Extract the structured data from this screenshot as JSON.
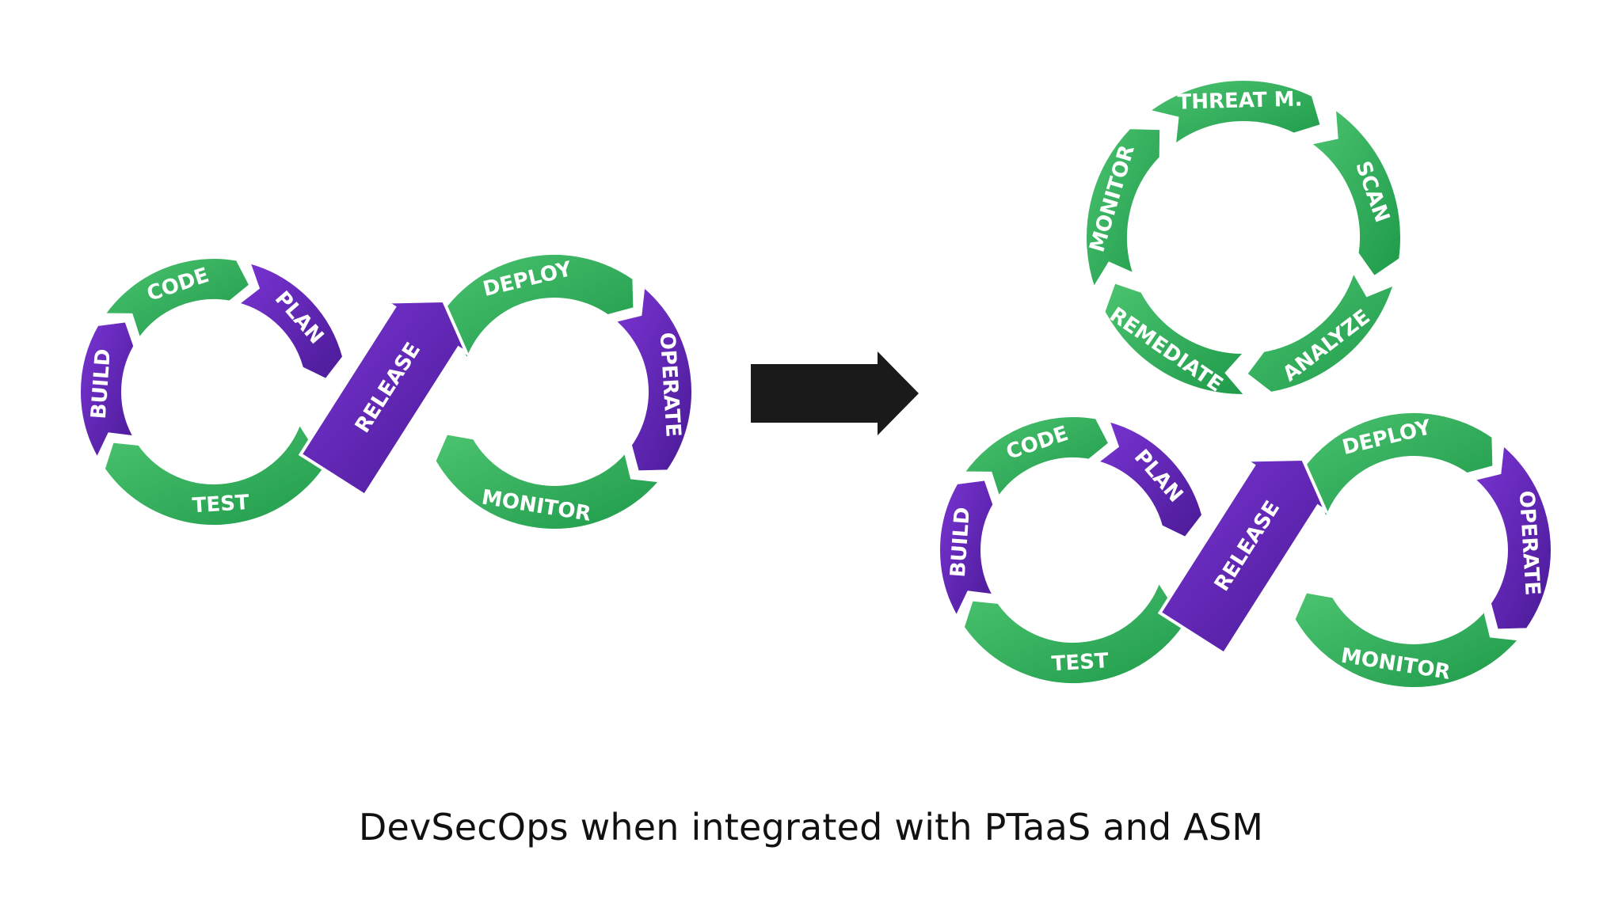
{
  "caption": "DevSecOps when integrated with PTaaS and ASM",
  "colors": {
    "green_light": "#4CC470",
    "green_dark": "#1E9A4A",
    "purple_light": "#7A35D4",
    "purple_dark": "#4A1A96",
    "arrow": "#1a1a1a"
  },
  "left_infinity": {
    "stages": [
      {
        "key": "code",
        "label": "CODE",
        "color": "green"
      },
      {
        "key": "plan",
        "label": "PLAN",
        "color": "purple"
      },
      {
        "key": "release",
        "label": "RELEASE",
        "color": "purple"
      },
      {
        "key": "deploy",
        "label": "DEPLOY",
        "color": "green"
      },
      {
        "key": "operate",
        "label": "OPERATE",
        "color": "purple"
      },
      {
        "key": "monitor",
        "label": "MONITOR",
        "color": "green"
      },
      {
        "key": "test",
        "label": "TEST",
        "color": "green"
      },
      {
        "key": "build",
        "label": "BUILD",
        "color": "purple"
      }
    ]
  },
  "right_infinity": {
    "stages": [
      {
        "key": "code",
        "label": "CODE",
        "color": "green"
      },
      {
        "key": "plan",
        "label": "PLAN",
        "color": "purple"
      },
      {
        "key": "release",
        "label": "RELEASE",
        "color": "purple"
      },
      {
        "key": "deploy",
        "label": "DEPLOY",
        "color": "green"
      },
      {
        "key": "operate",
        "label": "OPERATE",
        "color": "purple"
      },
      {
        "key": "monitor",
        "label": "MONITOR",
        "color": "green"
      },
      {
        "key": "test",
        "label": "TEST",
        "color": "green"
      },
      {
        "key": "build",
        "label": "BUILD",
        "color": "purple"
      }
    ]
  },
  "security_cycle": {
    "stages": [
      {
        "key": "threat",
        "label": "THREAT M.",
        "color": "green"
      },
      {
        "key": "scan",
        "label": "SCAN",
        "color": "green"
      },
      {
        "key": "analyze",
        "label": "ANALYZE",
        "color": "green"
      },
      {
        "key": "remediate",
        "label": "REMEDIATE",
        "color": "green"
      },
      {
        "key": "monitor",
        "label": "MONITOR",
        "color": "green"
      }
    ]
  },
  "arrow_icon": "right-arrow-icon"
}
